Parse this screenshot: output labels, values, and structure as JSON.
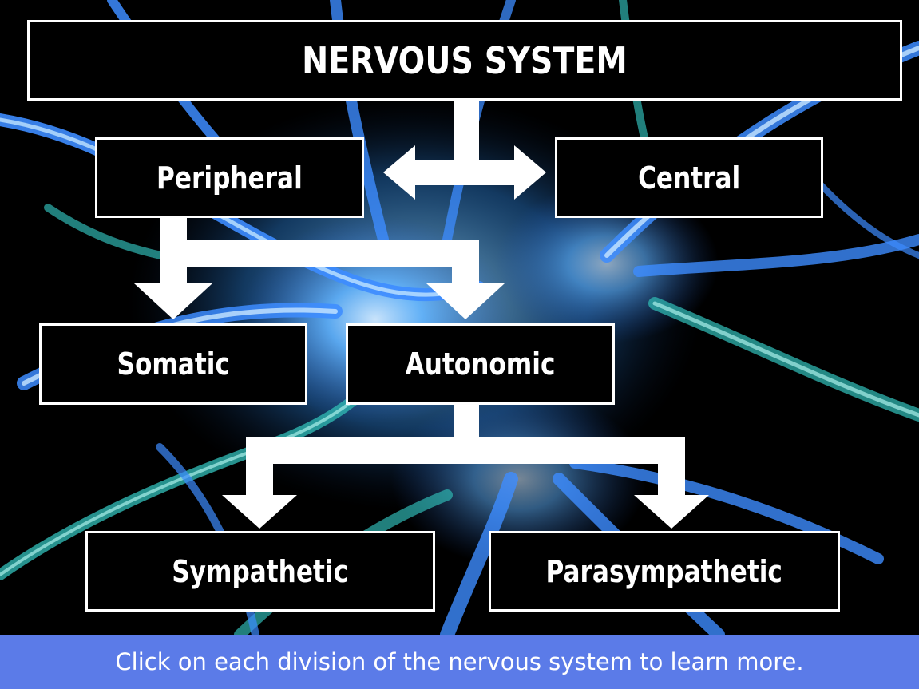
{
  "diagram": {
    "title": "NERVOUS SYSTEM",
    "nodes": {
      "peripheral": "Peripheral",
      "central": "Central",
      "somatic": "Somatic",
      "autonomic": "Autonomic",
      "sympathetic": "Sympathetic",
      "parasympathetic": "Parasympathetic"
    }
  },
  "footer": {
    "instruction": "Click on each division of the nervous system to learn more."
  },
  "colors": {
    "background": "#000000",
    "neuron_glow": "#4aa8ff",
    "node_fill": "#000000",
    "node_border": "#ffffff",
    "arrow": "#ffffff",
    "footer_bar": "#5b7be8"
  }
}
